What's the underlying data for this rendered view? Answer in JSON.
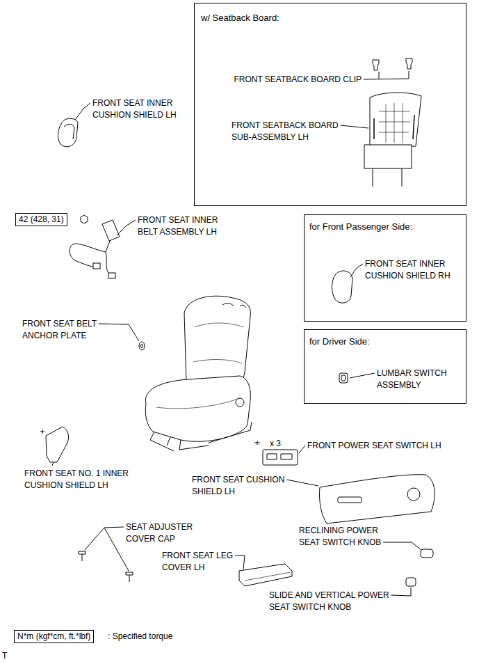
{
  "diagram": {
    "nodes": [
      {
        "text": [
          "w/ Seatback Board:",
          "FRONT SEATBACK BOARD CLIP",
          "FRONT SEATBACK BOARD SUB-ASSEMBLY LH"
        ]
      },
      {
        "text": [
          "for Front Passenger Side:",
          "FRONT SEAT INNER CUSHION SHIELD RH"
        ]
      },
      {
        "text": [
          "for Driver Side:",
          "LUMBAR SWITCH ASSEMBLY"
        ]
      },
      {
        "text": [
          "42 (428, 31)"
        ]
      },
      {
        "text": [
          "N*m (kgf*cm, ft.*lbf)"
        ]
      }
    ],
    "labels": [
      "FRONT SEAT INNER CUSHION SHIELD LH",
      "FRONT SEAT INNER BELT ASSEMBLY LH",
      "FRONT SEAT BELT ANCHOR PLATE",
      "x 3",
      "FRONT POWER SEAT SWITCH LH",
      "FRONT SEAT NO. 1 INNER CUSHION SHIELD LH",
      "FRONT SEAT CUSHION SHIELD LH",
      "SEAT ADJUSTER COVER CAP",
      "RECLINING POWER SEAT SWITCH KNOB",
      "FRONT SEAT LEG COVER LH",
      "SLIDE AND VERTICAL POWER SEAT SWITCH KNOB",
      ": Specified torque",
      "T"
    ]
  }
}
